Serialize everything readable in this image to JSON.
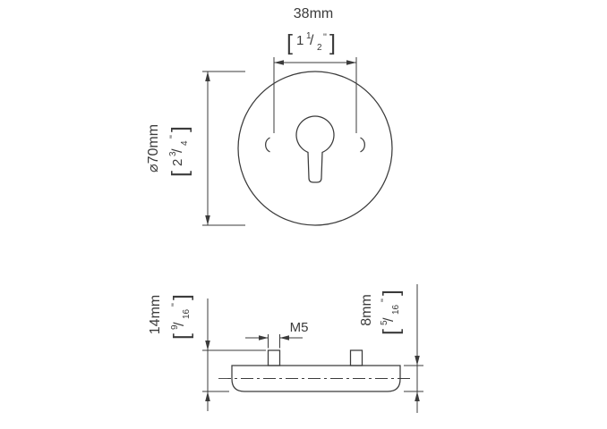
{
  "colors": {
    "line": "#3b3b3b",
    "background": "#ffffff"
  },
  "top_view": {
    "width_dim": {
      "metric": "38mm",
      "imperial": {
        "open": "[",
        "whole": "1",
        "num": "1",
        "slash": "/",
        "den": "2",
        "unit": "\"",
        "close": "]"
      }
    },
    "diameter_dim": {
      "metric": "⌀70mm",
      "imperial": {
        "open": "[",
        "whole": "2",
        "num": "3",
        "slash": "/",
        "den": "4",
        "unit": "\"",
        "close": "]"
      }
    }
  },
  "side_view": {
    "height_dim": {
      "metric": "14mm",
      "imperial": {
        "open": "[",
        "num": "9",
        "slash": "/",
        "den": "16",
        "unit": "\"",
        "close": "]"
      }
    },
    "thickness_dim": {
      "metric": "8mm",
      "imperial": {
        "open": "[",
        "num": "5",
        "slash": "/",
        "den": "16",
        "unit": "\"",
        "close": "]"
      }
    },
    "thread_dim": {
      "label": "M5"
    }
  }
}
